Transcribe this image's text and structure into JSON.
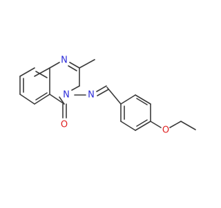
{
  "molecule": {
    "atoms": {
      "n_ring_top": {
        "symbol": "N",
        "color": "#2b2bd9"
      },
      "n_ring_amide": {
        "symbol": "N",
        "color": "#2b2bd9"
      },
      "n_imine": {
        "symbol": "N",
        "color": "#2b2bd9"
      },
      "o_carbonyl": {
        "symbol": "O",
        "color": "#e02020"
      },
      "o_ether": {
        "symbol": "O",
        "color": "#e02020"
      }
    }
  }
}
